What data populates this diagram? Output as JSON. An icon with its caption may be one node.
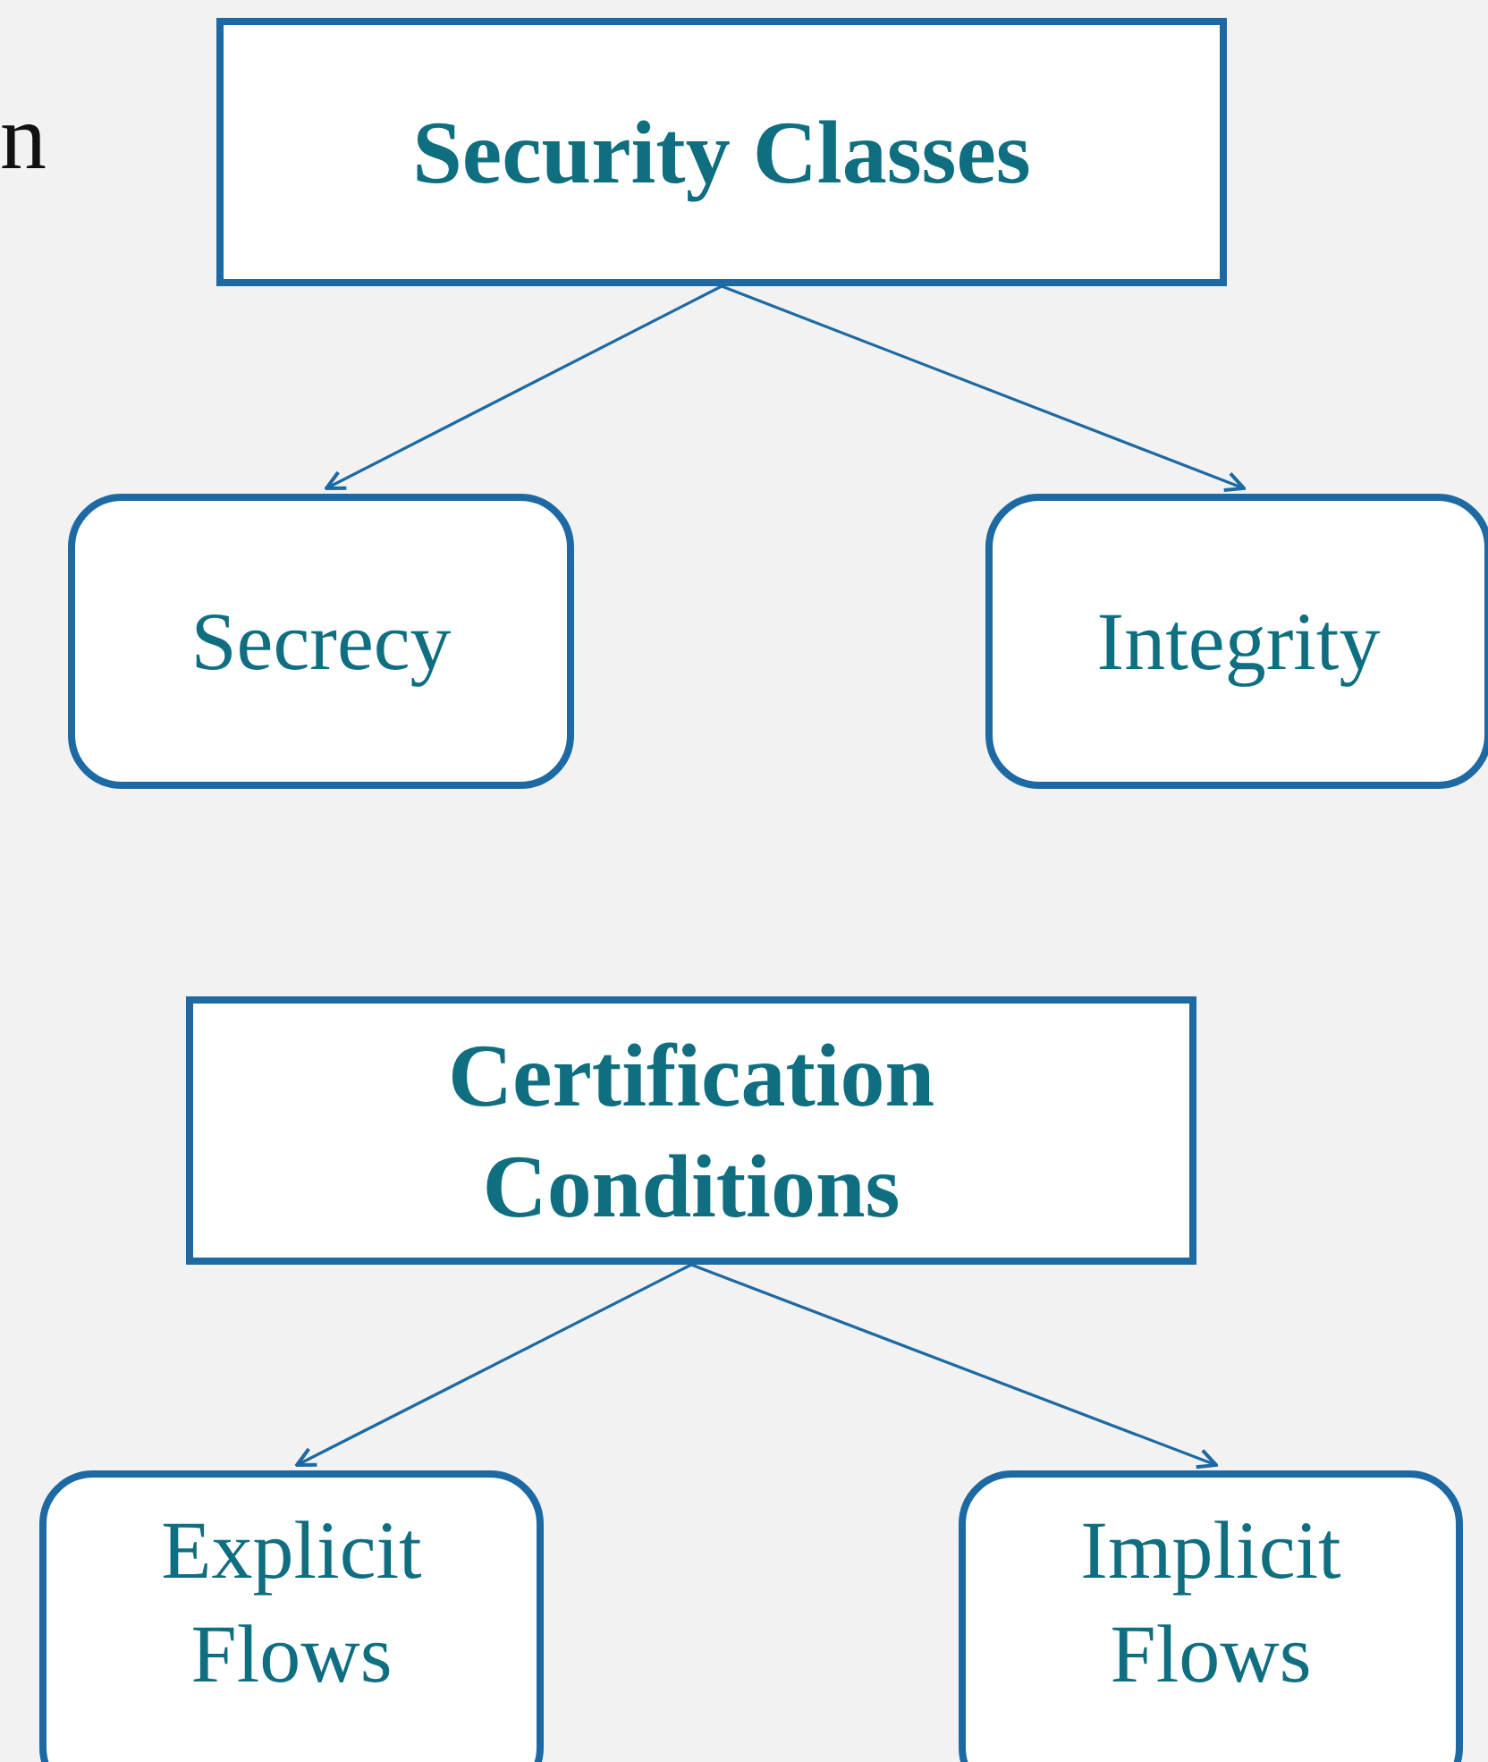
{
  "diagram": {
    "nodes": [
      {
        "text": [
          "Security Classes"
        ]
      },
      {
        "text": [
          "Secrecy"
        ]
      },
      {
        "text": [
          "Integrity"
        ]
      },
      {
        "text": [
          "Certification Conditions"
        ]
      },
      {
        "text": [
          "Explicit Flows"
        ]
      },
      {
        "text": [
          "Implicit Flows"
        ]
      }
    ],
    "edges": [
      {
        "from": 0,
        "to": 1,
        "arrow": "to"
      },
      {
        "from": 0,
        "to": 2,
        "arrow": "to"
      },
      {
        "from": 3,
        "to": 4,
        "arrow": "to"
      },
      {
        "from": 3,
        "to": 5,
        "arrow": "to"
      }
    ],
    "labels": [
      "n"
    ]
  }
}
